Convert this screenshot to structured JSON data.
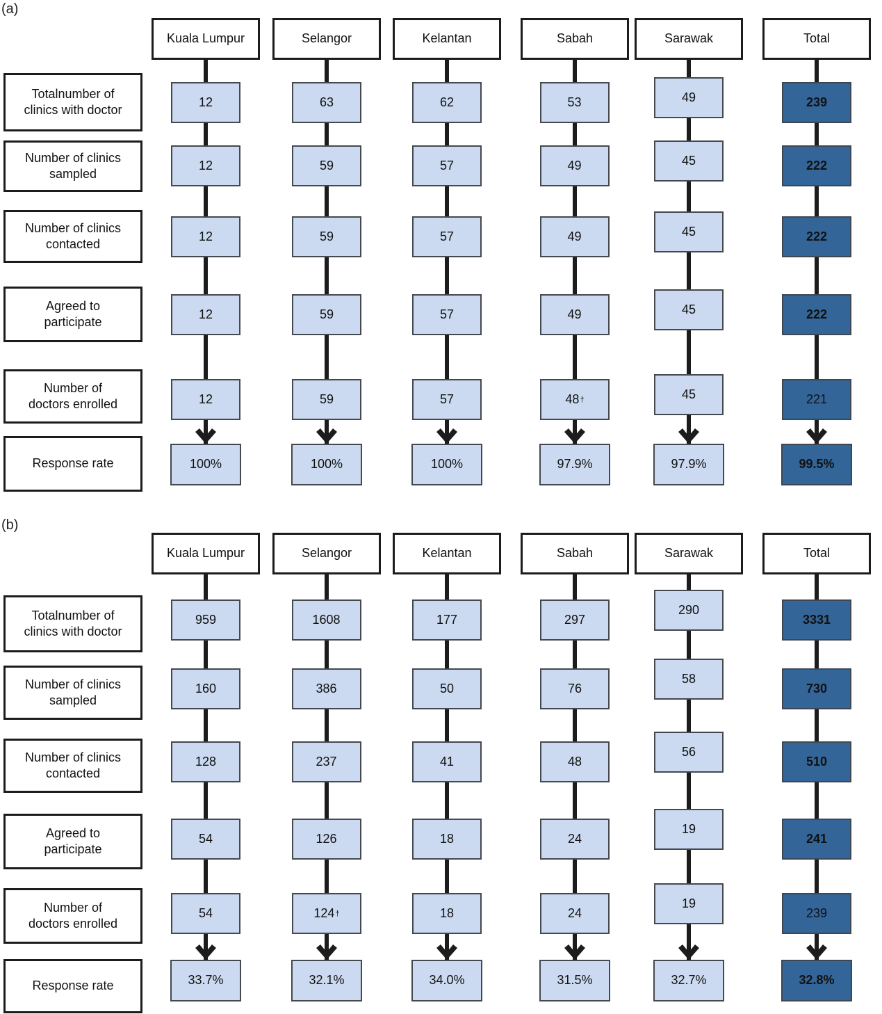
{
  "colors": {
    "light_box": "#CBDAF0",
    "dark_box": "#336598",
    "line": "#1C1C1C",
    "white_box_border": "#1C1C1C",
    "value_box_border": "#44484F",
    "text": "#111111"
  },
  "panels": [
    {
      "label": "(a)",
      "row_labels": [
        "Totalnumber of\nclinics with doctor",
        "Number of clinics\nsampled",
        "Number of clinics\ncontacted",
        "Agreed to\nparticipate",
        "Number of\ndoctors enrolled",
        "Response rate"
      ],
      "columns": [
        {
          "name": "Kuala Lumpur",
          "values": [
            "12",
            "12",
            "12",
            "12",
            "12"
          ],
          "response": "100%"
        },
        {
          "name": "Selangor",
          "values": [
            "63",
            "59",
            "59",
            "59",
            "59"
          ],
          "response": "100%"
        },
        {
          "name": "Kelantan",
          "values": [
            "62",
            "57",
            "57",
            "57",
            "57"
          ],
          "response": "100%"
        },
        {
          "name": "Sabah",
          "values": [
            "53",
            "49",
            "49",
            "49",
            "48"
          ],
          "value_sups": [
            "",
            "",
            "",
            "",
            "†"
          ],
          "response": "97.9%"
        },
        {
          "name": "Sarawak",
          "values": [
            "49",
            "45",
            "45",
            "45",
            "45"
          ],
          "response": "97.9%"
        },
        {
          "name": "Total",
          "values": [
            "239",
            "222",
            "222",
            "222",
            "221"
          ],
          "response": "99.5%",
          "emphasis": true,
          "bold_values": [
            true,
            true,
            true,
            true,
            false
          ],
          "bold_response": true
        }
      ]
    },
    {
      "label": "(b)",
      "row_labels": [
        "Totalnumber of\nclinics with doctor",
        "Number of clinics\nsampled",
        "Number of clinics\ncontacted",
        "Agreed to\nparticipate",
        "Number of\ndoctors enrolled",
        "Response rate"
      ],
      "columns": [
        {
          "name": "Kuala Lumpur",
          "values": [
            "959",
            "160",
            "128",
            "54",
            "54"
          ],
          "response": "33.7%"
        },
        {
          "name": "Selangor",
          "values": [
            "1608",
            "386",
            "237",
            "126",
            "124"
          ],
          "value_sups": [
            "",
            "",
            "",
            "",
            "†"
          ],
          "response": "32.1%"
        },
        {
          "name": "Kelantan",
          "values": [
            "177",
            "50",
            "41",
            "18",
            "18"
          ],
          "response": "34.0%"
        },
        {
          "name": "Sabah",
          "values": [
            "297",
            "76",
            "48",
            "24",
            "24"
          ],
          "response": "31.5%"
        },
        {
          "name": "Sarawak",
          "values": [
            "290",
            "58",
            "56",
            "19",
            "19"
          ],
          "response": "32.7%"
        },
        {
          "name": "Total",
          "values": [
            "3331",
            "730",
            "510",
            "241",
            "239"
          ],
          "response": "32.8%",
          "emphasis": true,
          "bold_values": [
            true,
            true,
            true,
            true,
            false
          ],
          "bold_response": true
        }
      ]
    }
  ]
}
